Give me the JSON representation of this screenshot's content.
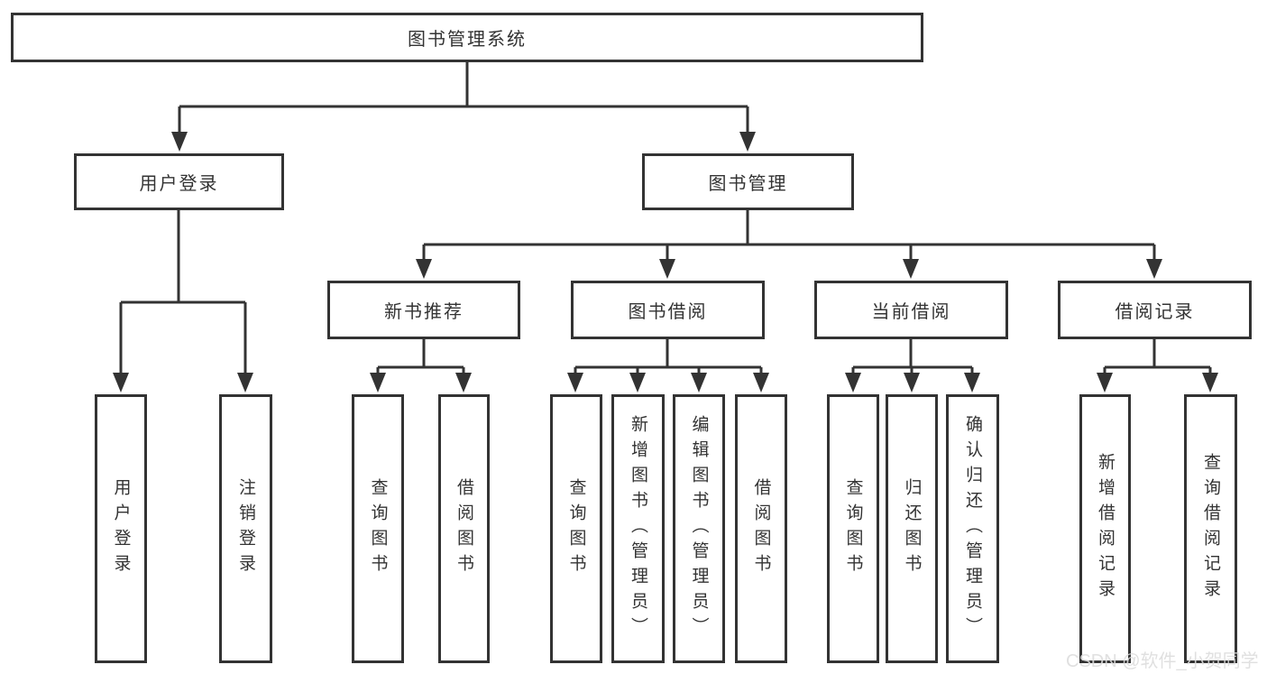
{
  "colors": {
    "line": "#333333",
    "text": "#333333",
    "background": "#ffffff",
    "watermark": "#dcdcdc"
  },
  "tree": {
    "label": "图书管理系统",
    "children": [
      {
        "label": "用户登录",
        "children": [
          {
            "label": "用户登录"
          },
          {
            "label": "注销登录"
          }
        ]
      },
      {
        "label": "图书管理",
        "children": [
          {
            "label": "新书推荐",
            "children": [
              {
                "label": "查询图书"
              },
              {
                "label": "借阅图书"
              }
            ]
          },
          {
            "label": "图书借阅",
            "children": [
              {
                "label": "查询图书"
              },
              {
                "label": "新增图书（管理员）"
              },
              {
                "label": "编辑图书（管理员）"
              },
              {
                "label": "借阅图书"
              }
            ]
          },
          {
            "label": "当前借阅",
            "children": [
              {
                "label": "查询图书"
              },
              {
                "label": "归还图书"
              },
              {
                "label": "确认归还（管理员）"
              }
            ]
          },
          {
            "label": "借阅记录",
            "children": [
              {
                "label": "新增借阅记录"
              },
              {
                "label": "查询借阅记录"
              }
            ]
          }
        ]
      }
    ]
  },
  "watermark": {
    "text": "CSDN @软件_小贺同学"
  }
}
